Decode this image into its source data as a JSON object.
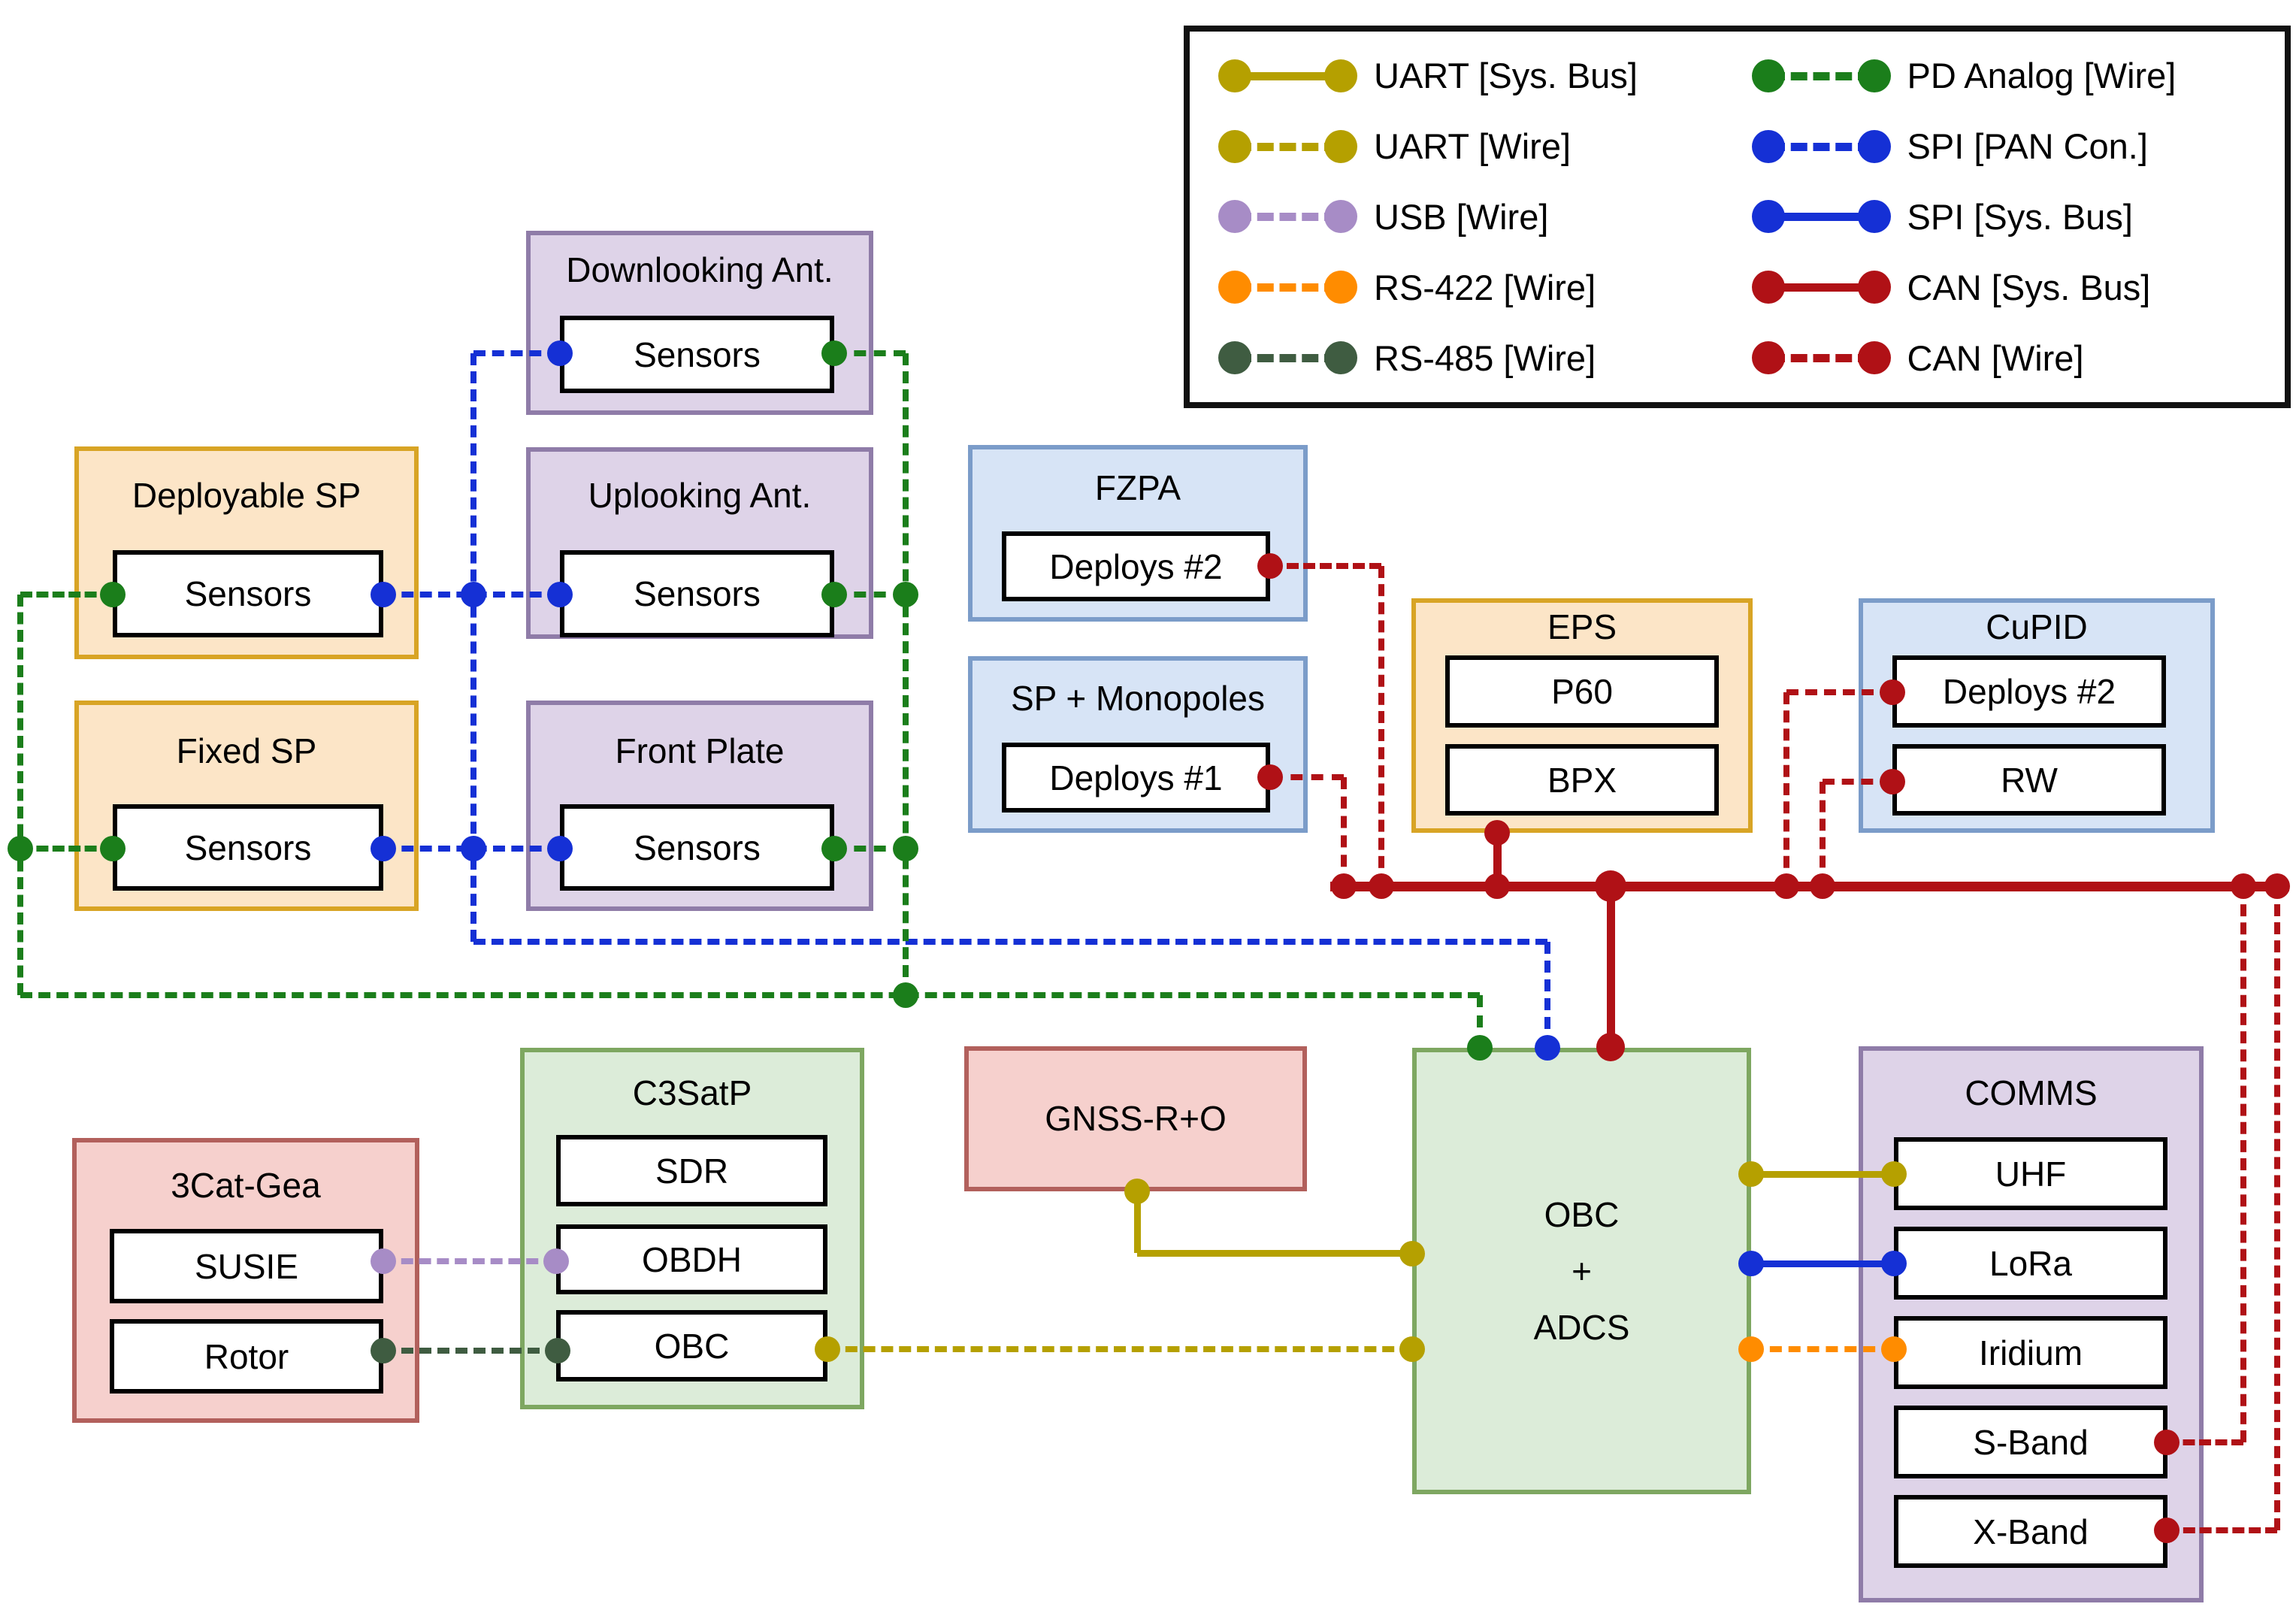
{
  "colors": {
    "uart": "#b5a000",
    "usb": "#a78cc6",
    "rs422": "#ff8c00",
    "rs485": "#3f5c41",
    "pd": "#1b7e1b",
    "spi": "#1530d5",
    "can": "#b01116",
    "box_orange_fill": "#fce5c7",
    "box_orange_border": "#d8a425",
    "box_purple_fill": "#ded3e8",
    "box_purple_border": "#8f7ca8",
    "box_blue_fill": "#d7e4f6",
    "box_blue_border": "#7b9cc9",
    "box_green_fill": "#dcecd9",
    "box_green_border": "#7ea761",
    "box_pink_fill": "#f6d0cd",
    "box_pink_border": "#b2605c"
  },
  "legend": {
    "left": [
      {
        "label": "UART [Sys. Bus]",
        "kind": "uart",
        "style": "solid"
      },
      {
        "label": "UART [Wire]",
        "kind": "uart",
        "style": "dashed"
      },
      {
        "label": "USB [Wire]",
        "kind": "usb",
        "style": "dashed"
      },
      {
        "label": "RS-422 [Wire]",
        "kind": "rs422",
        "style": "dashed"
      },
      {
        "label": "RS-485 [Wire]",
        "kind": "rs485",
        "style": "dashed"
      }
    ],
    "right": [
      {
        "label": "PD Analog [Wire]",
        "kind": "pd",
        "style": "dashed"
      },
      {
        "label": "SPI [PAN Con.]",
        "kind": "spi",
        "style": "dashed"
      },
      {
        "label": "SPI [Sys. Bus]",
        "kind": "spi",
        "style": "solid"
      },
      {
        "label": "CAN [Sys. Bus]",
        "kind": "can",
        "style": "solid"
      },
      {
        "label": "CAN [Wire]",
        "kind": "can",
        "style": "dashed"
      }
    ]
  },
  "nodes": {
    "deployable_sp": {
      "title": "Deployable SP",
      "items": [
        "Sensors"
      ]
    },
    "fixed_sp": {
      "title": "Fixed SP",
      "items": [
        "Sensors"
      ]
    },
    "downlooking": {
      "title": "Downlooking Ant.",
      "items": [
        "Sensors"
      ]
    },
    "uplooking": {
      "title": "Uplooking Ant.",
      "items": [
        "Sensors"
      ]
    },
    "front_plate": {
      "title": "Front Plate",
      "items": [
        "Sensors"
      ]
    },
    "fzpa": {
      "title": "FZPA",
      "items": [
        "Deploys #2"
      ]
    },
    "sp_monopoles": {
      "title": "SP + Monopoles",
      "items": [
        "Deploys #1"
      ]
    },
    "eps": {
      "title": "EPS",
      "items": [
        "P60",
        "BPX"
      ]
    },
    "cupid": {
      "title": "CuPID",
      "items": [
        "Deploys #2",
        "RW"
      ]
    },
    "c3satp": {
      "title": "C3SatP",
      "items": [
        "SDR",
        "OBDH",
        "OBC"
      ]
    },
    "cat_gea": {
      "title": "3Cat-Gea",
      "items": [
        "SUSIE",
        "Rotor"
      ]
    },
    "gnss": {
      "title": "GNSS-R+O",
      "items": []
    },
    "obc_adcs": {
      "title": "OBC + ADCS",
      "lines": [
        "OBC",
        "+",
        "ADCS"
      ]
    },
    "comms": {
      "title": "COMMS",
      "items": [
        "UHF",
        "LoRa",
        "Iridium",
        "S-Band",
        "X-Band"
      ]
    }
  }
}
